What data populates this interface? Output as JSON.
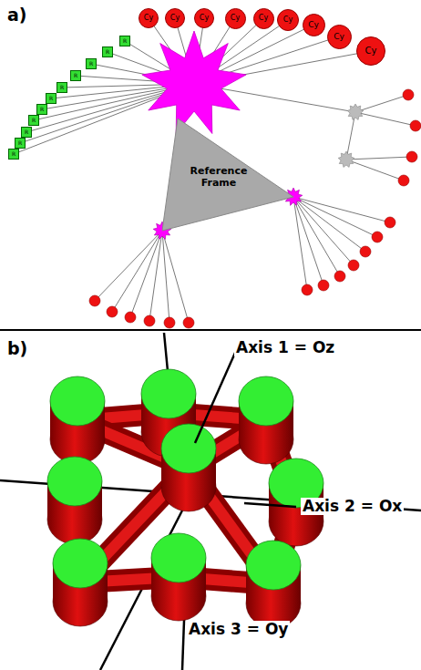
{
  "diagram": {
    "nodes": [
      {
        "text": [
          "Cy"
        ]
      },
      {
        "text": [
          "Cy"
        ]
      },
      {
        "text": [
          "Cy"
        ]
      },
      {
        "text": [
          "Cy"
        ]
      },
      {
        "text": [
          "Cy"
        ]
      },
      {
        "text": [
          "Cy"
        ]
      },
      {
        "text": [
          "Cy"
        ]
      },
      {
        "text": [
          "Cy"
        ]
      },
      {
        "text": [
          "Cy"
        ]
      },
      {
        "text": [
          "R"
        ]
      },
      {
        "text": [
          "R"
        ]
      },
      {
        "text": [
          "R"
        ]
      },
      {
        "text": [
          "R"
        ]
      },
      {
        "text": [
          "R"
        ]
      },
      {
        "text": [
          "R"
        ]
      },
      {
        "text": [
          "R"
        ]
      },
      {
        "text": [
          "R"
        ]
      },
      {
        "text": [
          "R"
        ]
      },
      {
        "text": [
          "R"
        ]
      },
      {
        "text": [
          "R"
        ]
      },
      {
        "text": [
          "Reference Frame"
        ]
      }
    ],
    "labels": [
      "a)",
      "b)",
      "Axis 1 = Oz",
      "Axis 2 = Ox",
      "Axis 3 = Oy"
    ]
  }
}
